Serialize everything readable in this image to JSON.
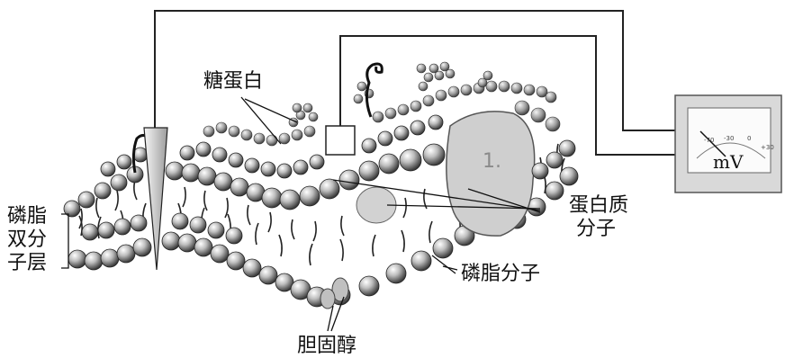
{
  "labels": {
    "glycoprotein": "糖蛋白",
    "phospholipid_bilayer_line1": "磷脂",
    "phospholipid_bilayer_line2": "双分",
    "phospholipid_bilayer_line3": "子层",
    "protein_line1": "蛋白质",
    "protein_line2": "分子",
    "phospholipid_molecule": "磷脂分子",
    "cholesterol": "胆固醇"
  },
  "meter": {
    "unit": "mV",
    "ticks": [
      "-70",
      "-30",
      "0",
      "+30"
    ]
  }
}
